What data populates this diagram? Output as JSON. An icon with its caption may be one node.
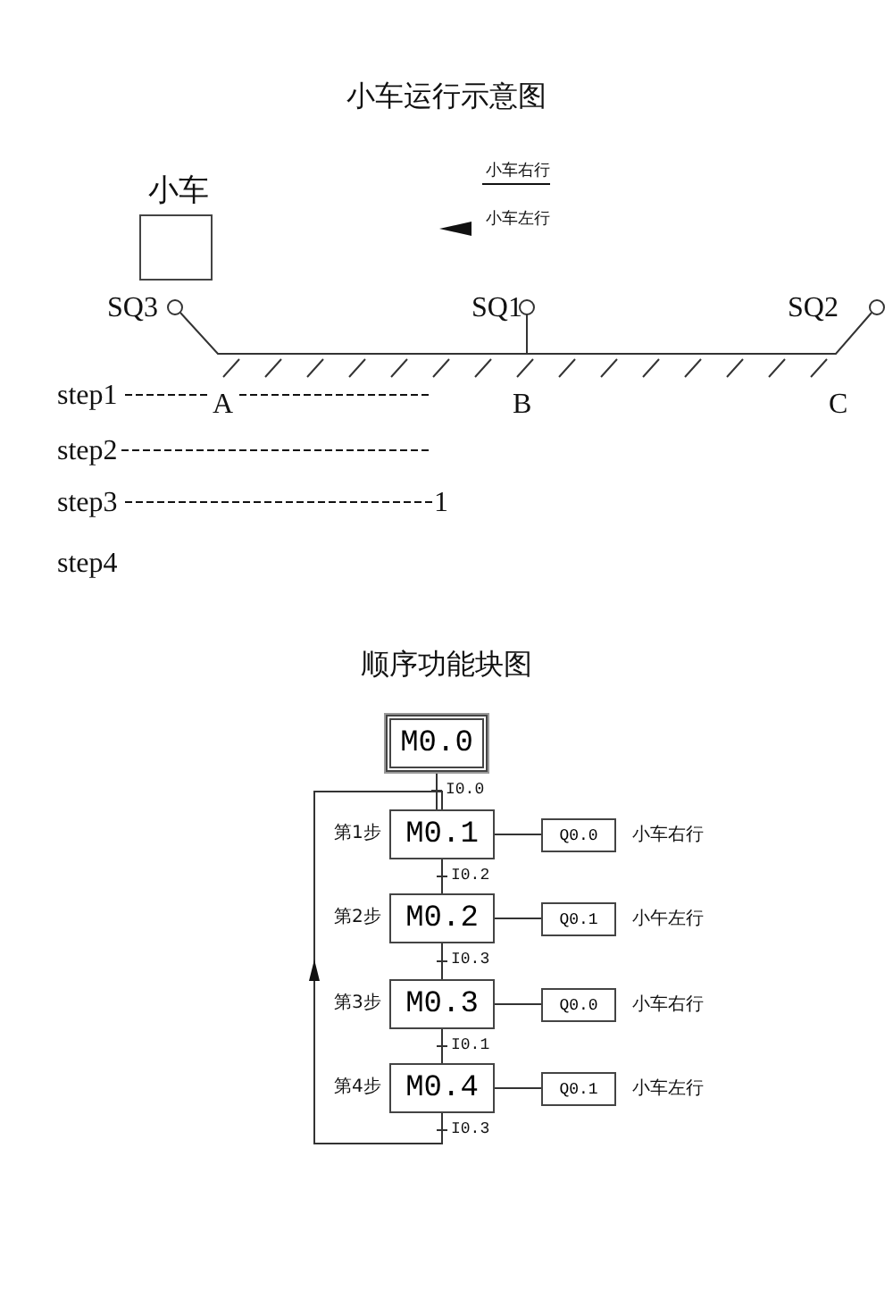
{
  "diagram": {
    "title": "小车运行示意图",
    "nodes": [
      {
        "text": [
          "小车"
        ]
      },
      {
        "text": [
          "M0.0"
        ]
      },
      {
        "text": [
          "M0.1"
        ],
        "beside": [
          "第1步"
        ]
      },
      {
        "text": [
          "Q0.0"
        ],
        "beside": [
          "小车右行"
        ]
      },
      {
        "text": [
          "M0.2"
        ],
        "beside": [
          "第2步"
        ]
      },
      {
        "text": [
          "Q0.1"
        ],
        "beside": [
          "小午左行"
        ]
      },
      {
        "text": [
          "M0.3"
        ],
        "beside": [
          "第3步"
        ]
      },
      {
        "text": [
          "Q0.0"
        ],
        "beside": [
          "小车右行"
        ]
      },
      {
        "text": [
          "M0.4"
        ],
        "beside": [
          "第4步"
        ]
      },
      {
        "text": [
          "Q0.1"
        ],
        "beside": [
          "小车左行"
        ]
      }
    ],
    "edges": [
      {
        "from": 1,
        "to": 2,
        "arrow": "none",
        "label": "I0.0"
      },
      {
        "from": 2,
        "to": 4,
        "arrow": "none",
        "label": "I0.2"
      },
      {
        "from": 4,
        "to": 6,
        "arrow": "none",
        "label": "I0.3"
      },
      {
        "from": 6,
        "to": 8,
        "arrow": "none",
        "label": "I0.1"
      },
      {
        "from": 8,
        "to": 2,
        "arrow": "to",
        "label": "I0.3"
      },
      {
        "from": 2,
        "to": 3,
        "arrow": "none"
      },
      {
        "from": 4,
        "to": 5,
        "arrow": "none"
      },
      {
        "from": 6,
        "to": 7,
        "arrow": "none"
      },
      {
        "from": 8,
        "to": 9,
        "arrow": "none"
      }
    ],
    "labels": [
      "SQ3",
      "SQ1",
      "SQ2",
      "step1",
      "A",
      "B",
      "C",
      "step2",
      "step3",
      "1",
      "step4",
      "顺序功能块图"
    ],
    "legend": [
      {
        "text": "小车右行"
      },
      {
        "text": "小车左行"
      }
    ]
  }
}
